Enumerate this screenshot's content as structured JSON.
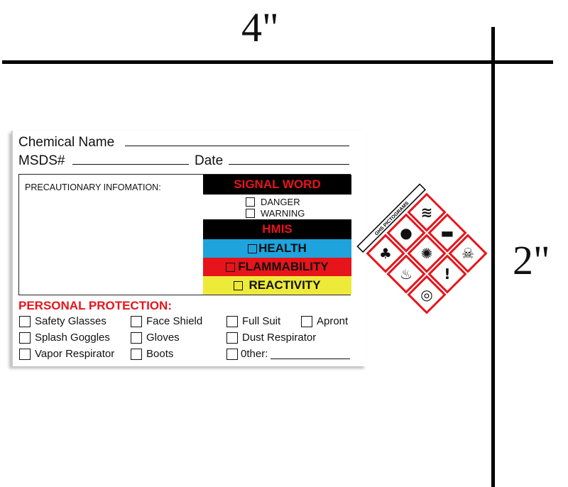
{
  "dimensions": {
    "width": "4\"",
    "height": "2\""
  },
  "label": {
    "chemical_name": "Chemical Name",
    "msds": "MSDS#",
    "date": "Date",
    "precautionary": "PRECAUTIONARY INFOMATION:",
    "signal_word": "SIGNAL WORD",
    "danger": "DANGER",
    "warning": "WARNING",
    "hmis": "HMIS",
    "health": "HEALTH",
    "flammability": "FLAMMABILITY",
    "reactivity": "REACTIVITY",
    "personal_protection": "PERSONAL PROTECTION:",
    "protection_items": [
      "Safety Glasses",
      "Face Shield",
      "Full Suit",
      "Apront",
      "Splash Goggles",
      "Gloves",
      "Dust Respirator",
      "Vapor Respirator",
      "Boots",
      "0ther:"
    ],
    "ghs_title": "GHS PICTOGRAMS",
    "pictograms": [
      "corrosion",
      "gas-cylinder",
      "skull-crossbones",
      "health-hazard",
      "exploding-bomb",
      "exclamation-mark",
      "environment",
      "flame",
      "flame-over-circle"
    ]
  },
  "colors": {
    "red": "#e8141b",
    "blue": "#1ea3dc",
    "yellow": "#eeea3a",
    "black": "#000000"
  }
}
